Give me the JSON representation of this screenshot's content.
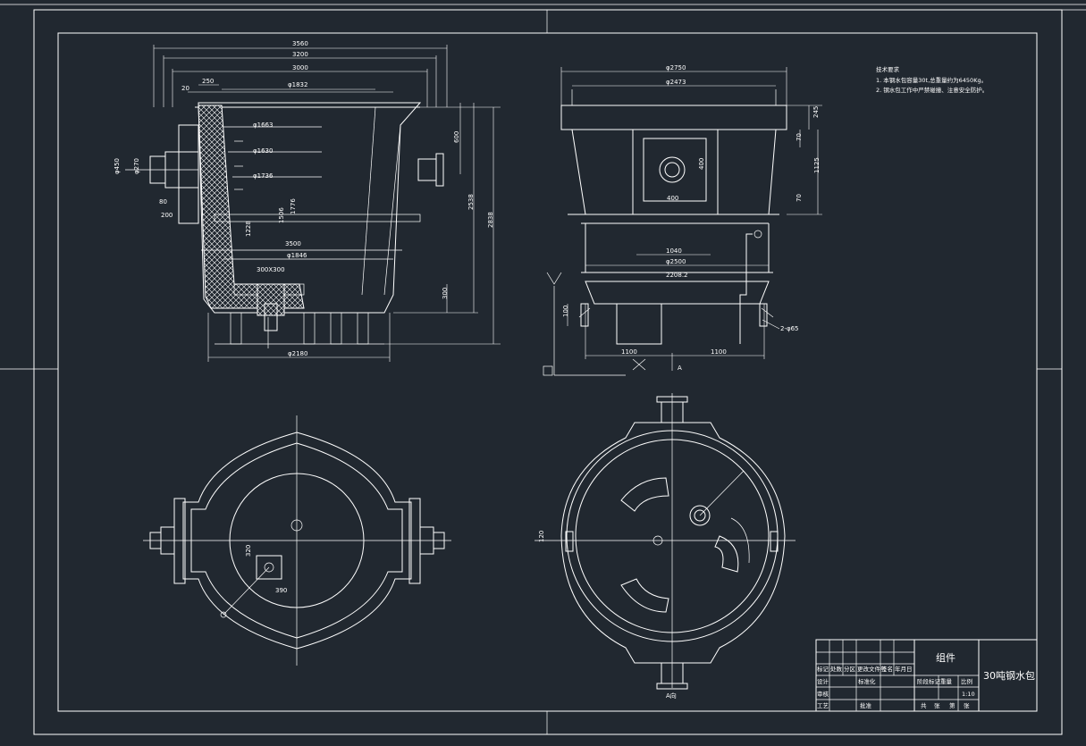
{
  "colors": {
    "background": "#212830",
    "lines": "#ffffff"
  },
  "drawing_title": "30吨钢水包",
  "assembly_label": "组件",
  "scale": "1:10",
  "notes": {
    "heading": "技术要求",
    "items": [
      "1. 本钢水包容量30t,总重量约为6450Kg。",
      "2. 钢水包工作中严禁碰撞、注意安全防护。"
    ]
  },
  "dims": {
    "d3560": "3560",
    "d3200": "3200",
    "d3000": "3000",
    "d20": "20",
    "d250": "250",
    "phi1832": "φ1832",
    "phi1663": "φ1663",
    "phi1630": "φ1630",
    "phi1736": "φ1736",
    "d600": "600",
    "d2538": "2538",
    "d2838": "2838",
    "phi450": "φ450",
    "phi270": "φ270",
    "d80": "80",
    "d200": "200",
    "d1228": "1228",
    "d1506": "1506",
    "d1776": "1776",
    "d3500": "3500",
    "phi1846": "φ1846",
    "d300x300": "300X300",
    "d300": "300",
    "phi2180": "φ2180",
    "phi2750": "φ2750",
    "phi2473": "φ2473",
    "d245": "245",
    "d70a": "70",
    "d1125": "1125",
    "d70b": "70",
    "d400a": "400",
    "d400b": "400",
    "d1040": "1040",
    "phi2500": "φ2500",
    "d2208": "2208.2",
    "d100": "100",
    "d1100a": "1100",
    "d1100b": "1100",
    "d2phi65": "2-φ65",
    "lblA": "A",
    "d320": "320",
    "d390": "390",
    "d120": "120",
    "lblAR": "A向"
  },
  "title_block": {
    "row1": [
      "标记",
      "处数",
      "分区",
      "更改文件号",
      "签名",
      "年月日"
    ],
    "row2": [
      "设计",
      "",
      "标准化"
    ],
    "row3": [
      "审核"
    ],
    "row4": [
      "工艺",
      "",
      "批准"
    ],
    "stage": [
      "阶段标记",
      "重量",
      "比例"
    ],
    "sheet": [
      "共",
      "张",
      "第",
      "张"
    ]
  }
}
